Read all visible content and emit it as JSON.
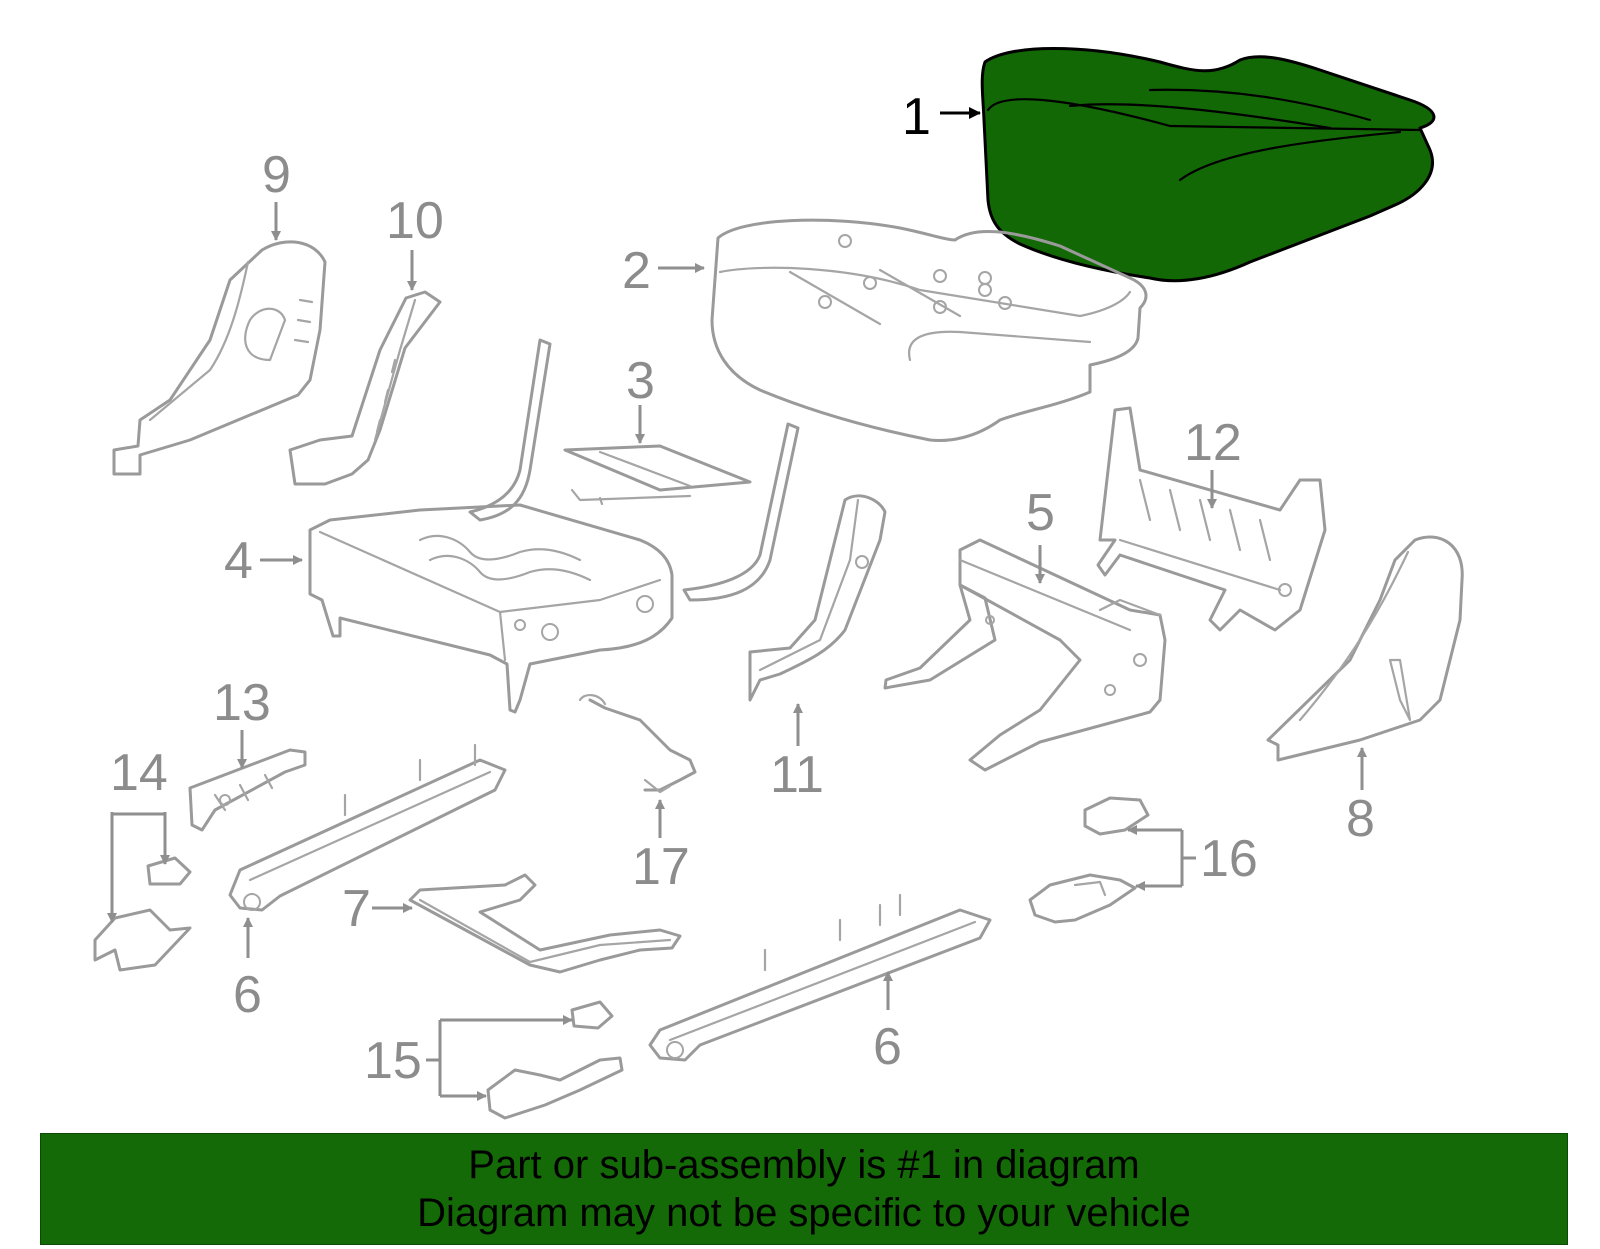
{
  "colors": {
    "highlight": "#136806",
    "banner": "#146a07",
    "part_stroke": "#9a9a9a",
    "callout_text": "#8c8c8c"
  },
  "diagram": {
    "highlighted_part": "1",
    "callouts": {
      "c1": "1",
      "c2": "2",
      "c3": "3",
      "c4": "4",
      "c5": "5",
      "c6a": "6",
      "c6b": "6",
      "c7": "7",
      "c8": "8",
      "c9": "9",
      "c10": "10",
      "c11": "11",
      "c12": "12",
      "c13": "13",
      "c14": "14",
      "c15": "15",
      "c16": "16",
      "c17": "17"
    }
  },
  "banner": {
    "line1": "Part or sub-assembly is #1 in diagram",
    "line2": "Diagram may not be specific to your vehicle"
  }
}
